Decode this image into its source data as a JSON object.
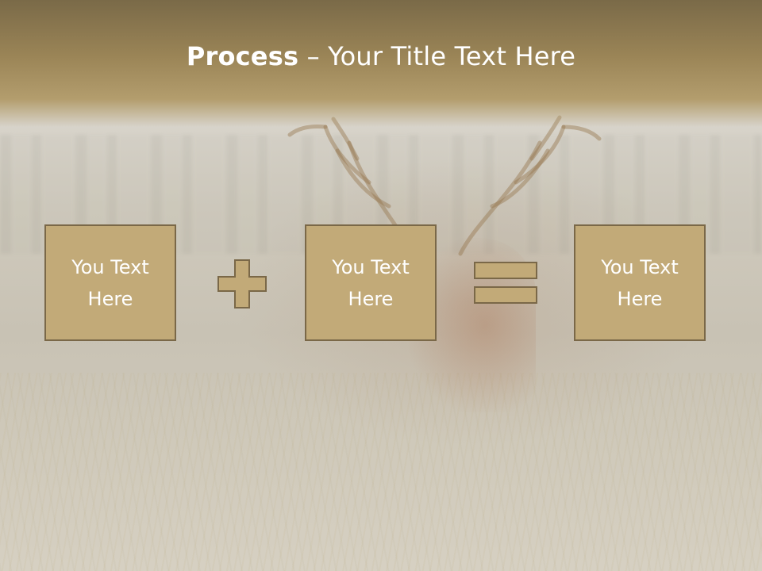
{
  "slide": {
    "title_bold": "Process",
    "title_dash": " – ",
    "title_rest": "Your Title Text Here"
  },
  "process": {
    "boxes": [
      {
        "text": "You Text Here"
      },
      {
        "text": "You Text Here"
      },
      {
        "text": "You Text Here"
      }
    ],
    "operators": [
      "plus-icon",
      "equals-icon"
    ]
  },
  "colors": {
    "box_fill": "#c2aa78",
    "box_border": "#7a6848",
    "title_band": "#9a8456",
    "text": "#ffffff"
  }
}
